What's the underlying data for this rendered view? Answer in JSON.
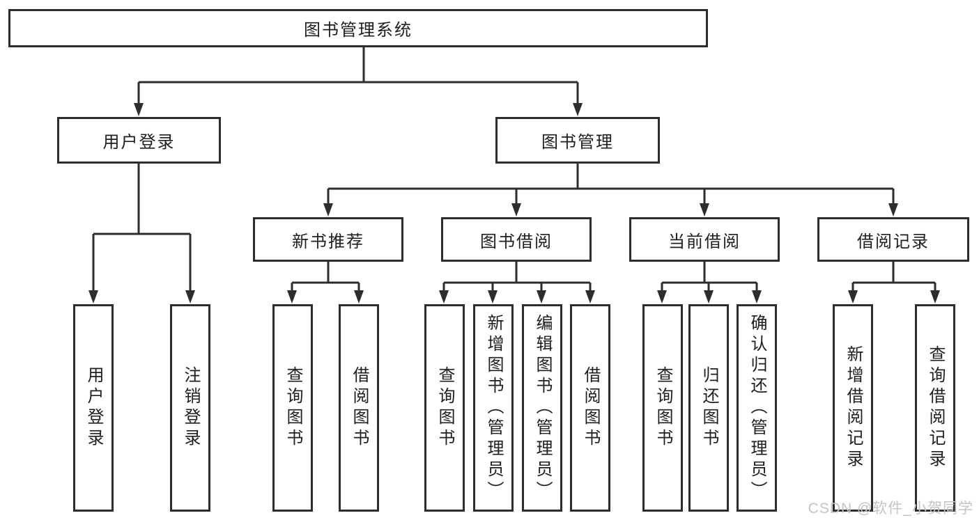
{
  "colors": {
    "border": "#2d2d2d",
    "line": "#2d2d2d",
    "text": "#1e1e1e",
    "background": "#ffffff",
    "watermark": "#c4c4c4"
  },
  "tree": {
    "label": "图书管理系统",
    "children": [
      {
        "label": "用户登录",
        "children": [
          {
            "label": "用户登录"
          },
          {
            "label": "注销登录"
          }
        ]
      },
      {
        "label": "图书管理",
        "children": [
          {
            "label": "新书推荐",
            "children": [
              {
                "label": "查询图书"
              },
              {
                "label": "借阅图书"
              }
            ]
          },
          {
            "label": "图书借阅",
            "children": [
              {
                "label": "查询图书"
              },
              {
                "label": "新增图书（管理员）"
              },
              {
                "label": "编辑图书（管理员）"
              },
              {
                "label": "借阅图书"
              }
            ]
          },
          {
            "label": "当前借阅",
            "children": [
              {
                "label": "查询图书"
              },
              {
                "label": "归还图书"
              },
              {
                "label": "确认归还（管理员）"
              }
            ]
          },
          {
            "label": "借阅记录",
            "children": [
              {
                "label": "新增借阅记录"
              },
              {
                "label": "查询借阅记录"
              }
            ]
          }
        ]
      }
    ]
  },
  "watermark": {
    "text": "CSDN @软件_小贺同学"
  }
}
